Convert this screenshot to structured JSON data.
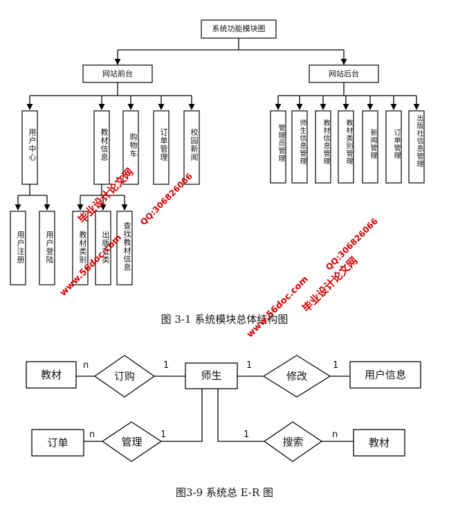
{
  "tree": {
    "root": "系统功能模块图",
    "front": {
      "label": "网站前台",
      "children": [
        "用户中心",
        "教材信息",
        "购物车",
        "订单管理",
        "校园新闻"
      ]
    },
    "back": {
      "label": "网站后台",
      "children": [
        "管理员管理",
        "师生信息管理",
        "教材信息管理",
        "教材类别管理",
        "新闻管理",
        "订单管理",
        "出版社信息管理"
      ]
    },
    "user_center_children": [
      "用户注册",
      "用户登陆"
    ],
    "book_info_children": [
      "教材类别",
      "出版社类",
      "查找教材信息"
    ]
  },
  "caption1": "图 3-1 系统模块总体结构图",
  "er": {
    "entities": {
      "teacher_student": "师生",
      "book_left": "教材",
      "user_info": "用户信息",
      "order": "订单",
      "book_right": "教材"
    },
    "relations": {
      "order_buy": "订购",
      "modify": "修改",
      "manage": "管理",
      "search": "搜索"
    },
    "cardinalities": {
      "order_buy_left": "n",
      "order_buy_right": "1",
      "modify_left": "1",
      "modify_right": "1",
      "manage_left": "n",
      "manage_right": "1",
      "search_left": "1",
      "search_right": "n"
    }
  },
  "caption2": "图3-9 系统总 E-R 图",
  "watermarks": [
    "毕业设计论文网",
    "www.56doc.com",
    "QQ:306826066",
    "毕业设计论文网",
    "www.56doc.com",
    "QQ:306826066"
  ]
}
